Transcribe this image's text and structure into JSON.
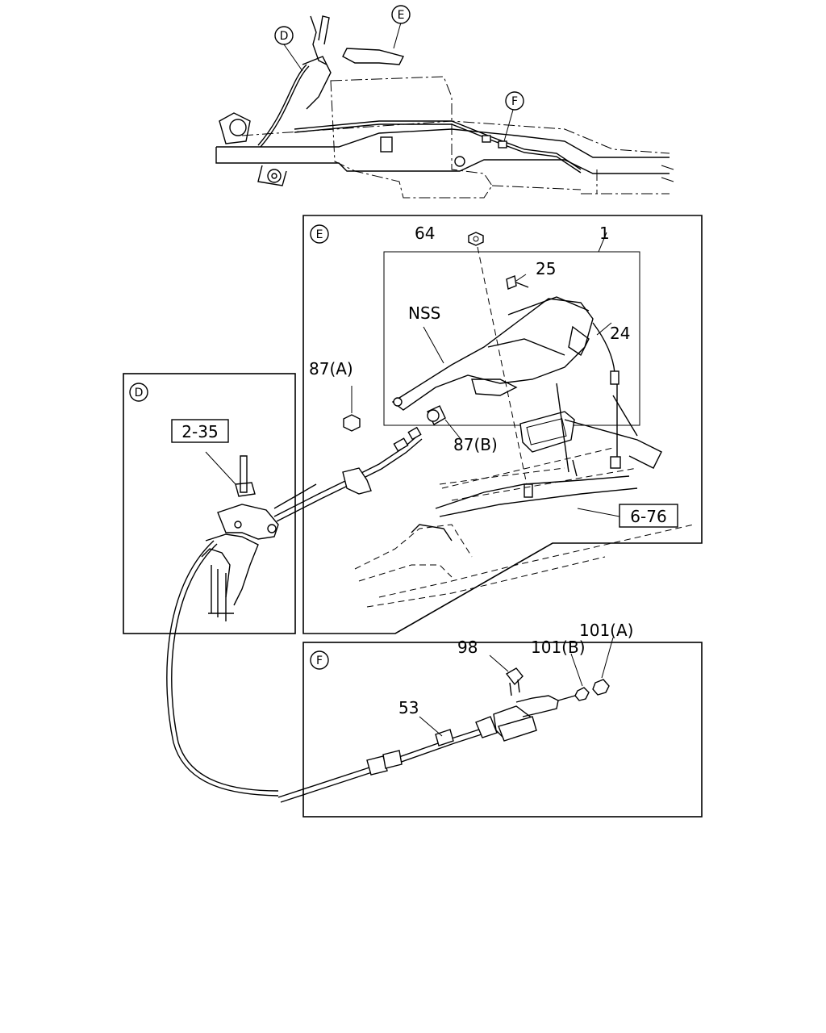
{
  "callouts": {
    "d_top": "D",
    "e_top": "E",
    "f_top": "F",
    "panel_e": "E",
    "panel_d": "D",
    "panel_f": "F"
  },
  "labels": {
    "p64": "64",
    "p1": "1",
    "p25": "25",
    "nss": "NSS",
    "p24": "24",
    "p87a": "87(A)",
    "p87b": "87(B)",
    "p98": "98",
    "p101b": "101(B)",
    "p101a": "101(A)",
    "p53": "53"
  },
  "refs": {
    "ref_2_35": "2-35",
    "ref_6_76": "6-76"
  }
}
